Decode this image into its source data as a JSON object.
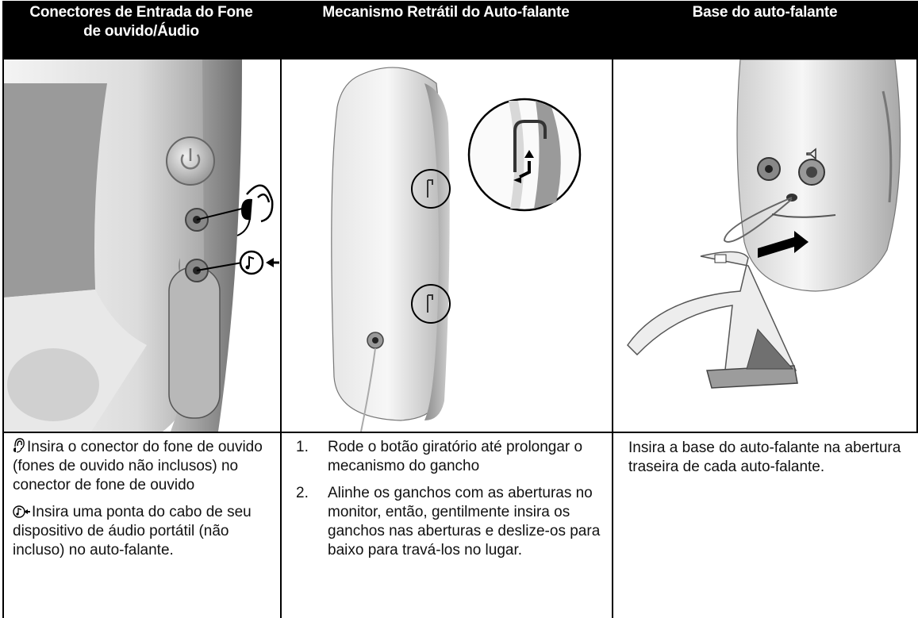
{
  "columns": [
    {
      "header_line1": "Conectores de Entrada do Fone",
      "header_line2": "de ouvido/Áudio",
      "texts": [
        {
          "icon": "headphone-icon",
          "text": "Insira o conector do fone de ouvido (fones de ouvido não inclusos) no conector de fone de ouvido"
        },
        {
          "icon": "audio-in-icon",
          "text": "Insira uma ponta do cabo de seu dispositivo de áudio portátil (não incluso) no auto-falante."
        }
      ]
    },
    {
      "header_line1": "Mecanismo Retrátil do Auto-falante",
      "steps": [
        {
          "number": "1.",
          "text": "Rode o botão giratório até prolongar o mecanismo do gancho"
        },
        {
          "number": "2.",
          "text": "Alinhe os ganchos com as aberturas no monitor, então, gentilmente insira os ganchos nas aberturas e deslize-os para baixo para travá-los no lugar."
        }
      ]
    },
    {
      "header_line1": "Base do auto-falante",
      "text": "Insira a base do auto-falante na abertura traseira de cada auto-falante."
    }
  ],
  "colors": {
    "header_bg": "#000000",
    "header_text": "#ffffff",
    "border": "#000000"
  }
}
